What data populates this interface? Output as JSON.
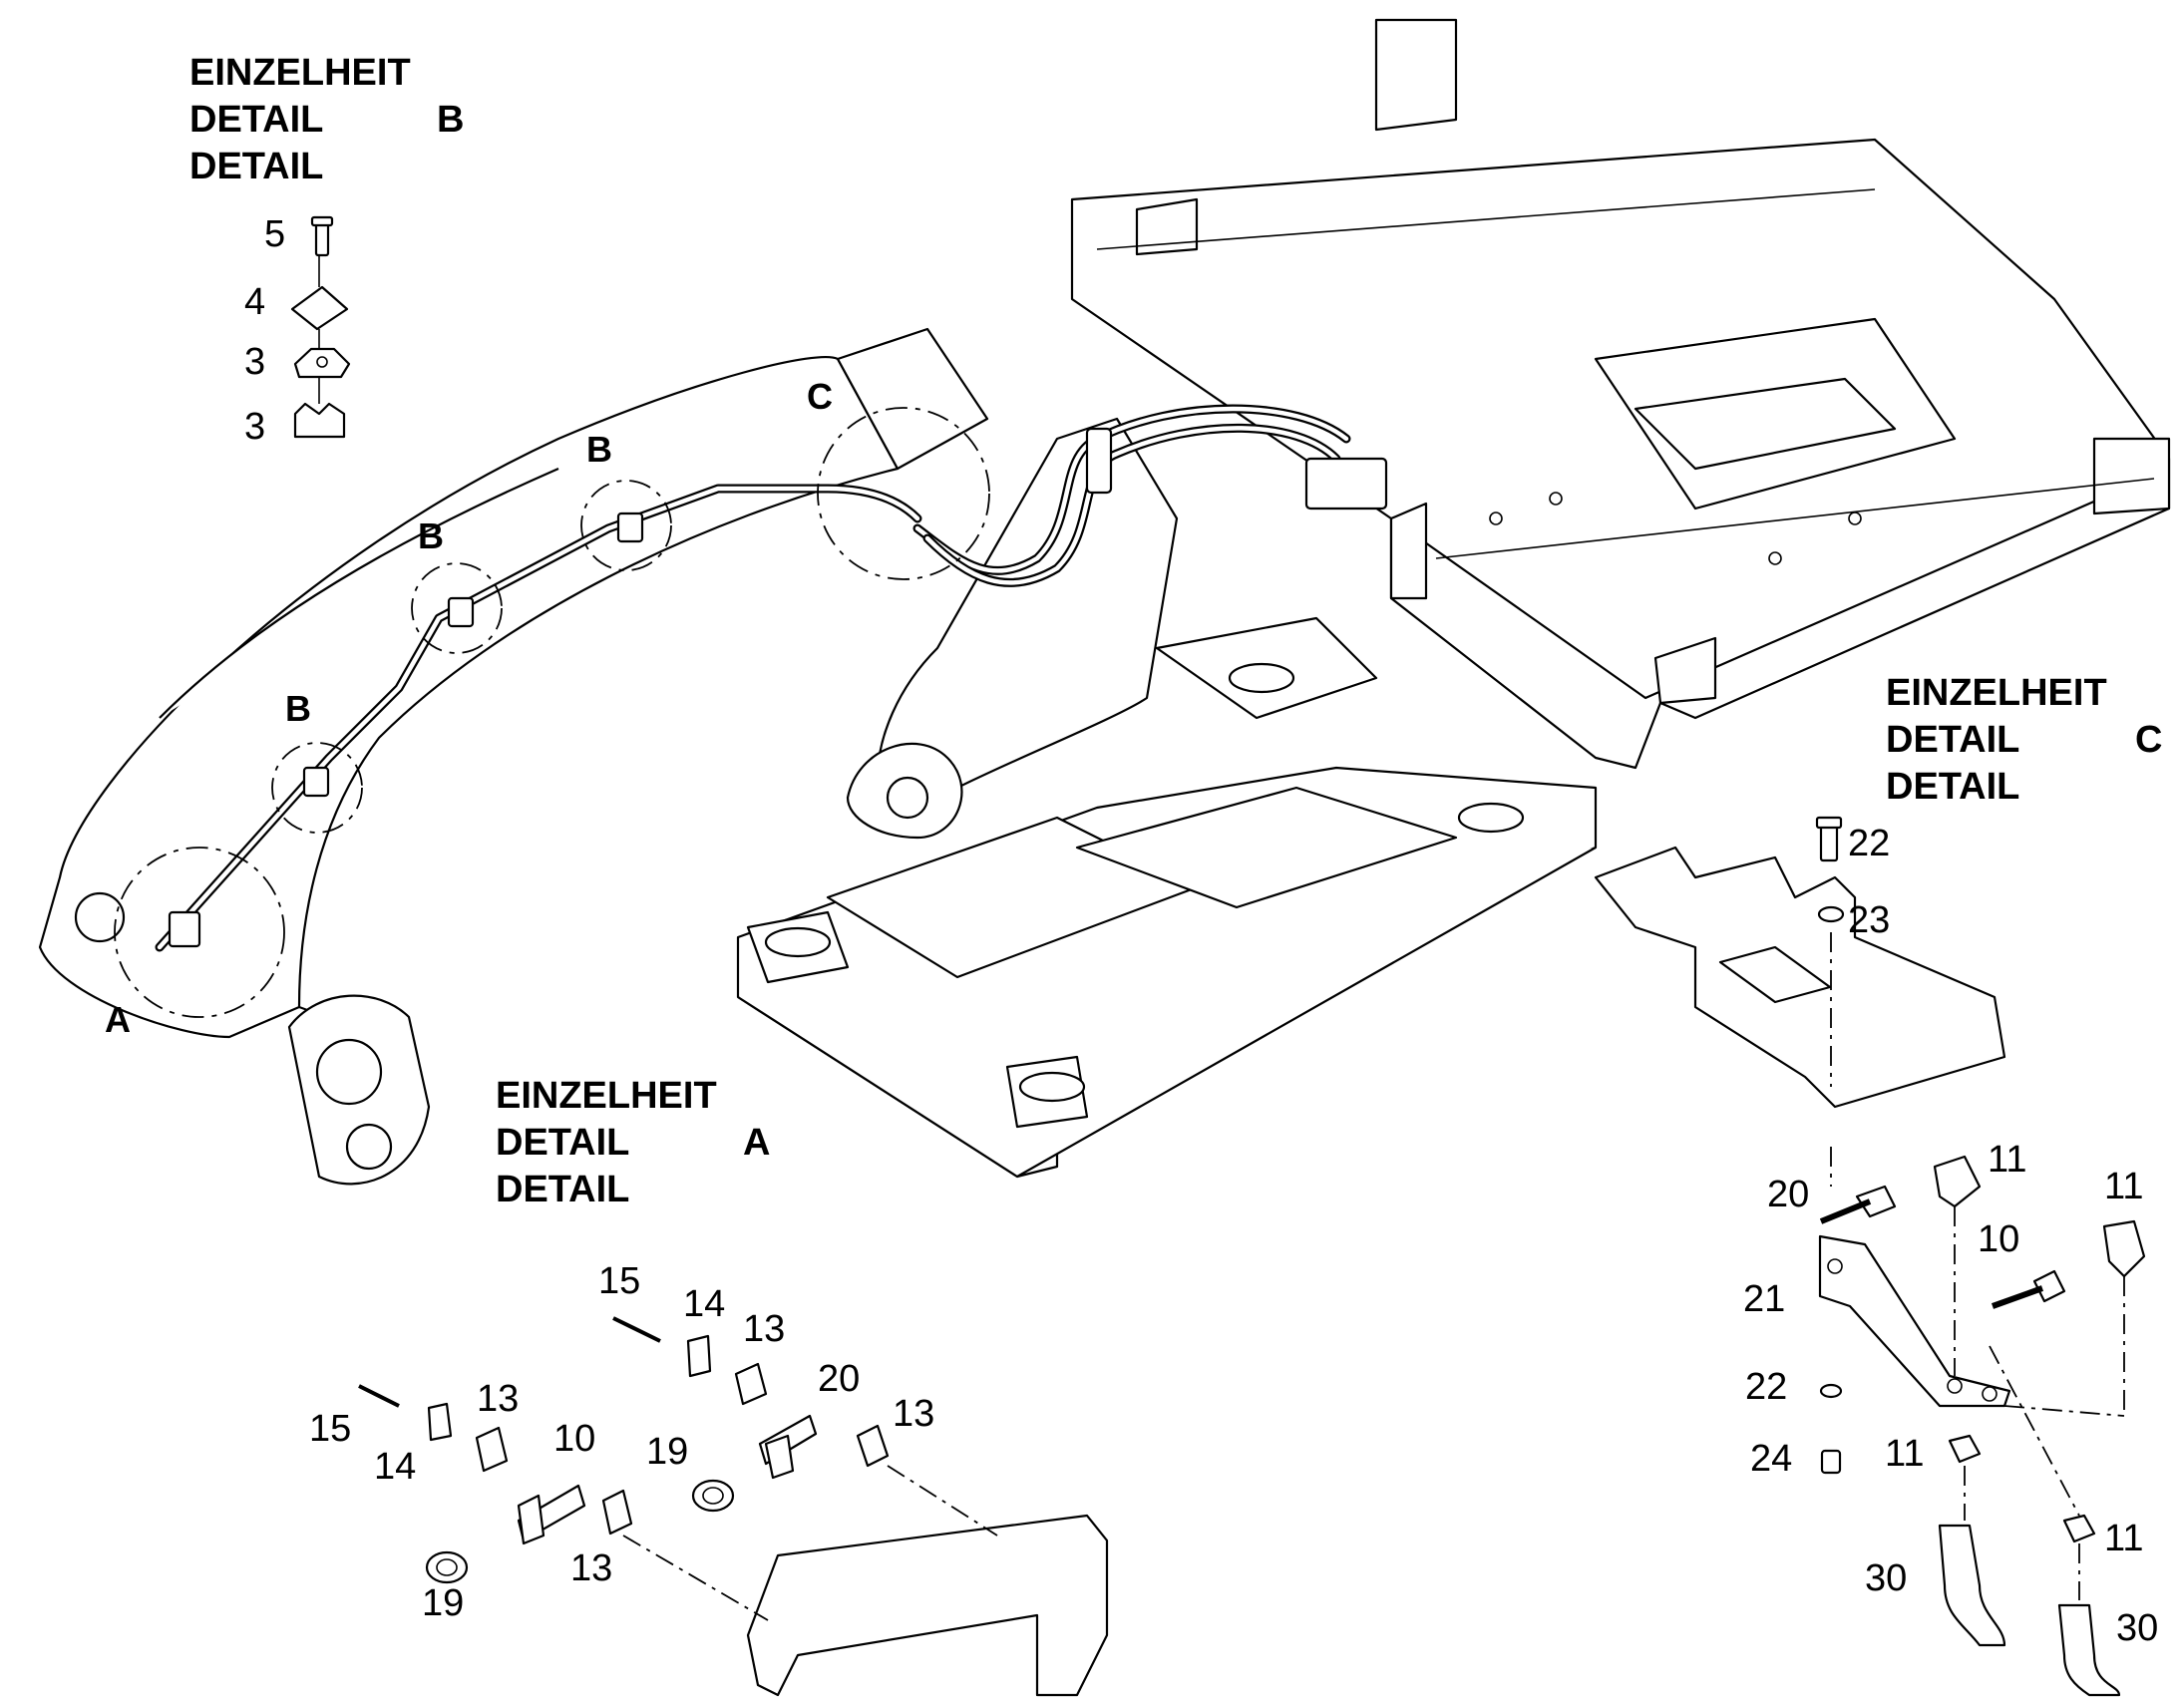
{
  "details": {
    "b": {
      "line1": "EINZELHEIT",
      "line2": "DETAIL",
      "key": "B",
      "line3": "DETAIL"
    },
    "a": {
      "line1": "EINZELHEIT",
      "line2": "DETAIL",
      "key": "A",
      "line3": "DETAIL"
    },
    "c": {
      "line1": "EINZELHEIT",
      "line2": "DETAIL",
      "key": "C",
      "line3": "DETAIL"
    }
  },
  "callouts": {
    "a": "A",
    "b1": "B",
    "b2": "B",
    "b3": "B",
    "c": "C"
  },
  "part_numbers": {
    "b5": "5",
    "b4": "4",
    "b3a": "3",
    "b3b": "3",
    "a15a": "15",
    "a14a": "14",
    "a13a": "13",
    "a20": "20",
    "a13b": "13",
    "a19a": "19",
    "a15b": "15",
    "a13c": "13",
    "a14b": "14",
    "a10": "10",
    "a19b": "19",
    "a13d": "13",
    "c22a": "22",
    "c23": "23",
    "c11a": "11",
    "c20": "20",
    "c11b": "11",
    "c10": "10",
    "c21": "21",
    "c22b": "22",
    "c24": "24",
    "c11c": "11",
    "c11d": "11",
    "c30a": "30",
    "c30b": "30"
  }
}
